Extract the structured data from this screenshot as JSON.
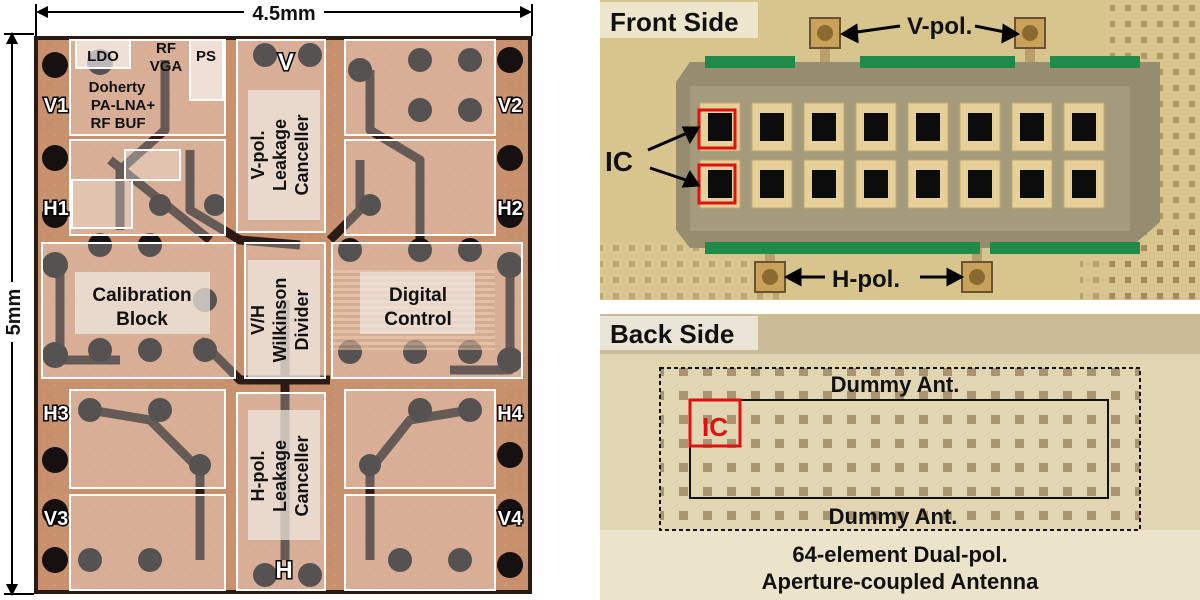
{
  "die": {
    "width_dim": "4.5mm",
    "height_dim": "5mm",
    "blocks": {
      "ldo": "LDO",
      "rf_vga_1": "RF",
      "rf_vga_2": "VGA",
      "ps": "PS",
      "doherty_1": "Doherty",
      "doherty_2": "PA-LNA+",
      "doherty_3": "RF BUF",
      "v_leak_1": "V-pol.",
      "v_leak_2": "Leakage",
      "v_leak_3": "Canceller",
      "h_leak_1": "H-pol.",
      "h_leak_2": "Leakage",
      "h_leak_3": "Canceller",
      "wilk_1": "V/H",
      "wilk_2": "Wilkinson",
      "wilk_3": "Divider",
      "cal_1": "Calibration",
      "cal_2": "Block",
      "dig_1": "Digital",
      "dig_2": "Control"
    },
    "pads": {
      "v1": "V1",
      "v2": "V2",
      "h1": "H1",
      "h2": "H2",
      "h3": "H3",
      "h4": "H4",
      "v3": "V3",
      "v4": "V4",
      "v_top": "V",
      "h_bottom": "H"
    }
  },
  "front": {
    "title": "Front Side",
    "v_pol": "V-pol.",
    "h_pol": "H-pol.",
    "ic": "IC"
  },
  "back": {
    "title": "Back Side",
    "dummy_top": "Dummy Ant.",
    "dummy_bottom": "Dummy Ant.",
    "ic": "IC",
    "caption_1": "64-element Dual-pol.",
    "caption_2": "Aperture-coupled Antenna"
  },
  "colors": {
    "die": "#c9906e",
    "gold_board": "#d8c58e",
    "highlight": "#e01010"
  }
}
